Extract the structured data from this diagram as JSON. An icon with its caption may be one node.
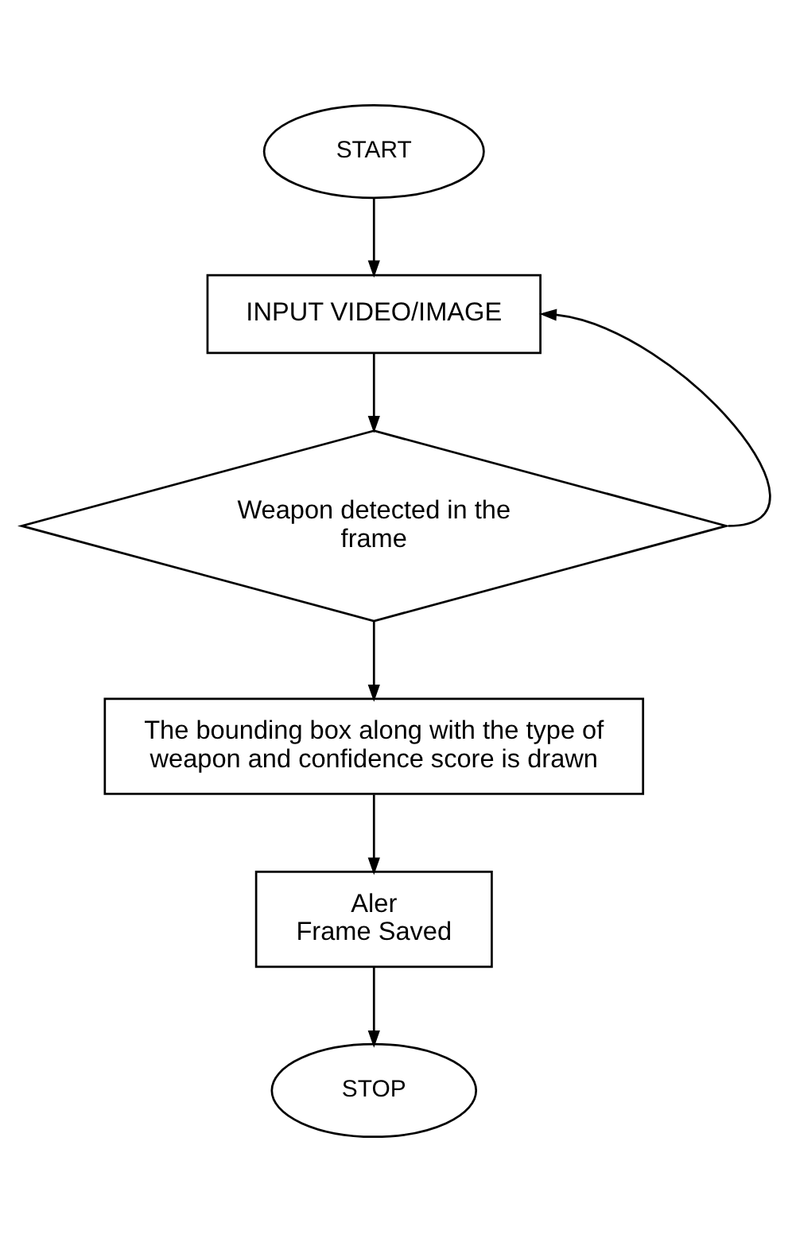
{
  "diagram": {
    "nodes": [
      {
        "text": [
          "START"
        ]
      },
      {
        "text": [
          "INPUT VIDEO/IMAGE"
        ]
      },
      {
        "text": [
          "Weapon detected in the frame"
        ]
      },
      {
        "text": [
          "The bounding box along with the type of weapon and confidence score is drawn"
        ]
      },
      {
        "text": [
          "Aler",
          "Frame Saved"
        ]
      },
      {
        "text": [
          "STOP"
        ]
      }
    ],
    "edges": [
      {
        "from": 0,
        "to": 1,
        "arrow": "to"
      },
      {
        "from": 1,
        "to": 2,
        "arrow": "to"
      },
      {
        "from": 2,
        "to": 1,
        "arrow": "to"
      },
      {
        "from": 2,
        "to": 3,
        "arrow": "to"
      },
      {
        "from": 3,
        "to": 4,
        "arrow": "to"
      },
      {
        "from": 4,
        "to": 5,
        "arrow": "to"
      }
    ]
  }
}
